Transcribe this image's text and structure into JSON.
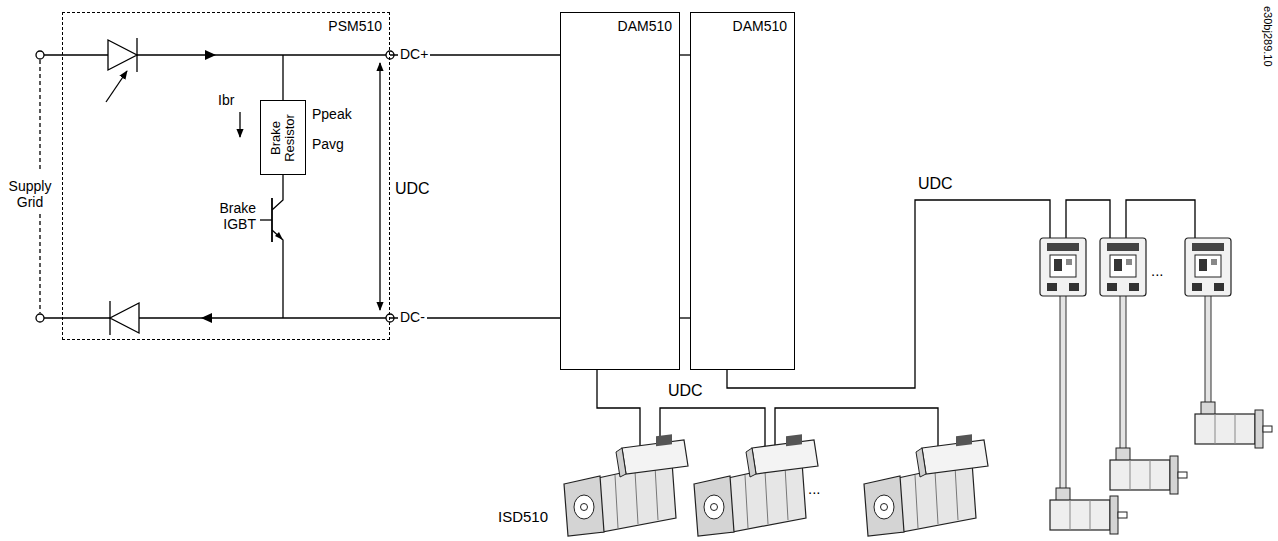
{
  "diagram": {
    "nodes": [
      {
        "text": [
          "PSM510"
        ]
      },
      {
        "text": [
          "Brake Resistor"
        ],
        "in": 0
      },
      {
        "text": [
          "DAM510"
        ]
      },
      {
        "text": [
          "DAM510"
        ]
      }
    ],
    "edges": [
      {
        "from": 0,
        "to": 2,
        "arrow": "none"
      },
      {
        "from": 0,
        "to": 2,
        "arrow": "none"
      },
      {
        "from": 2,
        "to": 3,
        "arrow": "none"
      },
      {
        "from": 2,
        "to": 3,
        "arrow": "none"
      }
    ],
    "labels": [
      "Supply Grid",
      "Ibr",
      "Ppeak",
      "Pavg",
      "Brake IGBT",
      "UDC",
      "DC+",
      "DC-",
      "UDC",
      "UDC",
      "ISD510",
      "...",
      "...",
      "e30bj289.10"
    ]
  }
}
